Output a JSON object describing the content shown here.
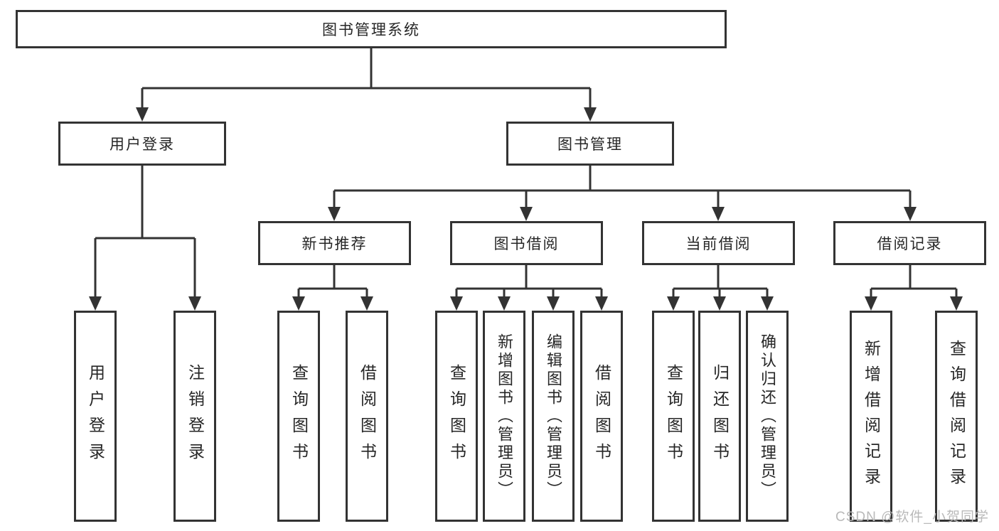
{
  "diagram": {
    "root": {
      "label": "图书管理系统"
    },
    "branches": [
      {
        "label": "用户登录",
        "children": [
          {
            "label": "用户登录"
          },
          {
            "label": "注销登录"
          }
        ]
      },
      {
        "label": "图书管理",
        "children": [
          {
            "label": "新书推荐",
            "children": [
              {
                "label": "查询图书"
              },
              {
                "label": "借阅图书"
              }
            ]
          },
          {
            "label": "图书借阅",
            "children": [
              {
                "label": "查询图书"
              },
              {
                "label": "新增图书（管理员）"
              },
              {
                "label": "编辑图书（管理员）"
              },
              {
                "label": "借阅图书"
              }
            ]
          },
          {
            "label": "当前借阅",
            "children": [
              {
                "label": "查询图书"
              },
              {
                "label": "归还图书"
              },
              {
                "label": "确认归还（管理员）"
              }
            ]
          },
          {
            "label": "借阅记录",
            "children": [
              {
                "label": "新增借阅记录"
              },
              {
                "label": "查询借阅记录"
              }
            ]
          }
        ]
      }
    ]
  },
  "watermark": {
    "text": "CSDN @软件_小贺同学"
  },
  "colors": {
    "line": "#333333",
    "text": "#262626",
    "watermark_text": "#b9b9b9",
    "background": "#ffffff"
  }
}
